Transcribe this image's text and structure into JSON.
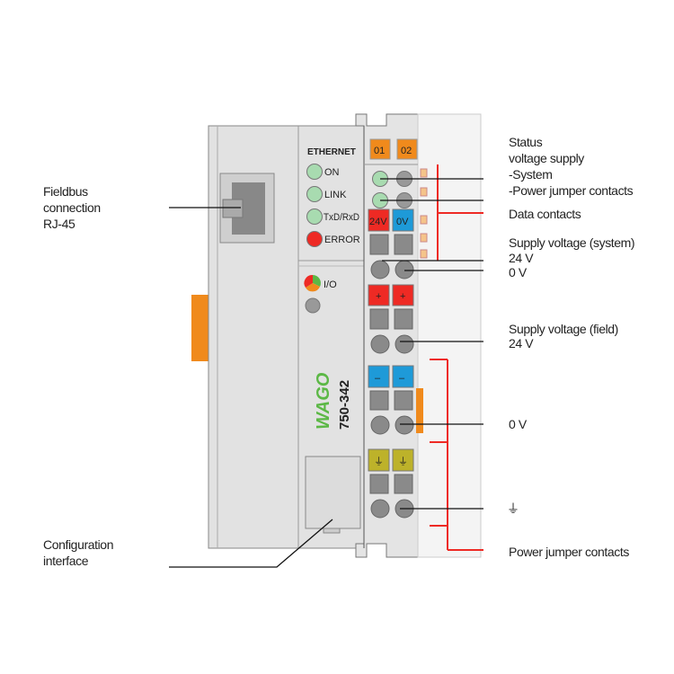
{
  "left_labels": {
    "fieldbus": [
      "Fieldbus",
      "connection",
      "RJ-45"
    ],
    "config": [
      "Configuration",
      "interface"
    ]
  },
  "right_labels": {
    "status": [
      "Status",
      "voltage supply",
      "-System",
      "-Power jumper contacts"
    ],
    "data_contacts": "Data contacts",
    "supply_system": [
      "Supply voltage (system)",
      "24 V",
      "0 V"
    ],
    "supply_field": [
      "Supply voltage (field)",
      "24 V"
    ],
    "zero_v": "0 V",
    "ground_symbol": "⏚",
    "power_jumper": "Power jumper contacts"
  },
  "device": {
    "fieldbus_name": "ETHERNET",
    "leds": [
      {
        "label": "ON",
        "color": "#a8dbb0"
      },
      {
        "label": "LINK",
        "color": "#a8dbb0"
      },
      {
        "label": "TxD/RxD",
        "color": "#a8dbb0"
      },
      {
        "label": "ERROR",
        "color": "#ee2a24"
      }
    ],
    "io_label": "I/O",
    "brand": "WAGO",
    "model": "750-342",
    "status_tags": [
      "01",
      "02"
    ],
    "supply_tags": [
      "24V",
      "0V"
    ],
    "plus": "+",
    "minus": "–",
    "colors": {
      "red": "#ee2a24",
      "blue": "#1e9ad8",
      "orange": "#f08a1c",
      "yellow": "#bdb22a",
      "green": "#5cb846",
      "housing": "#e4e4e4"
    }
  }
}
